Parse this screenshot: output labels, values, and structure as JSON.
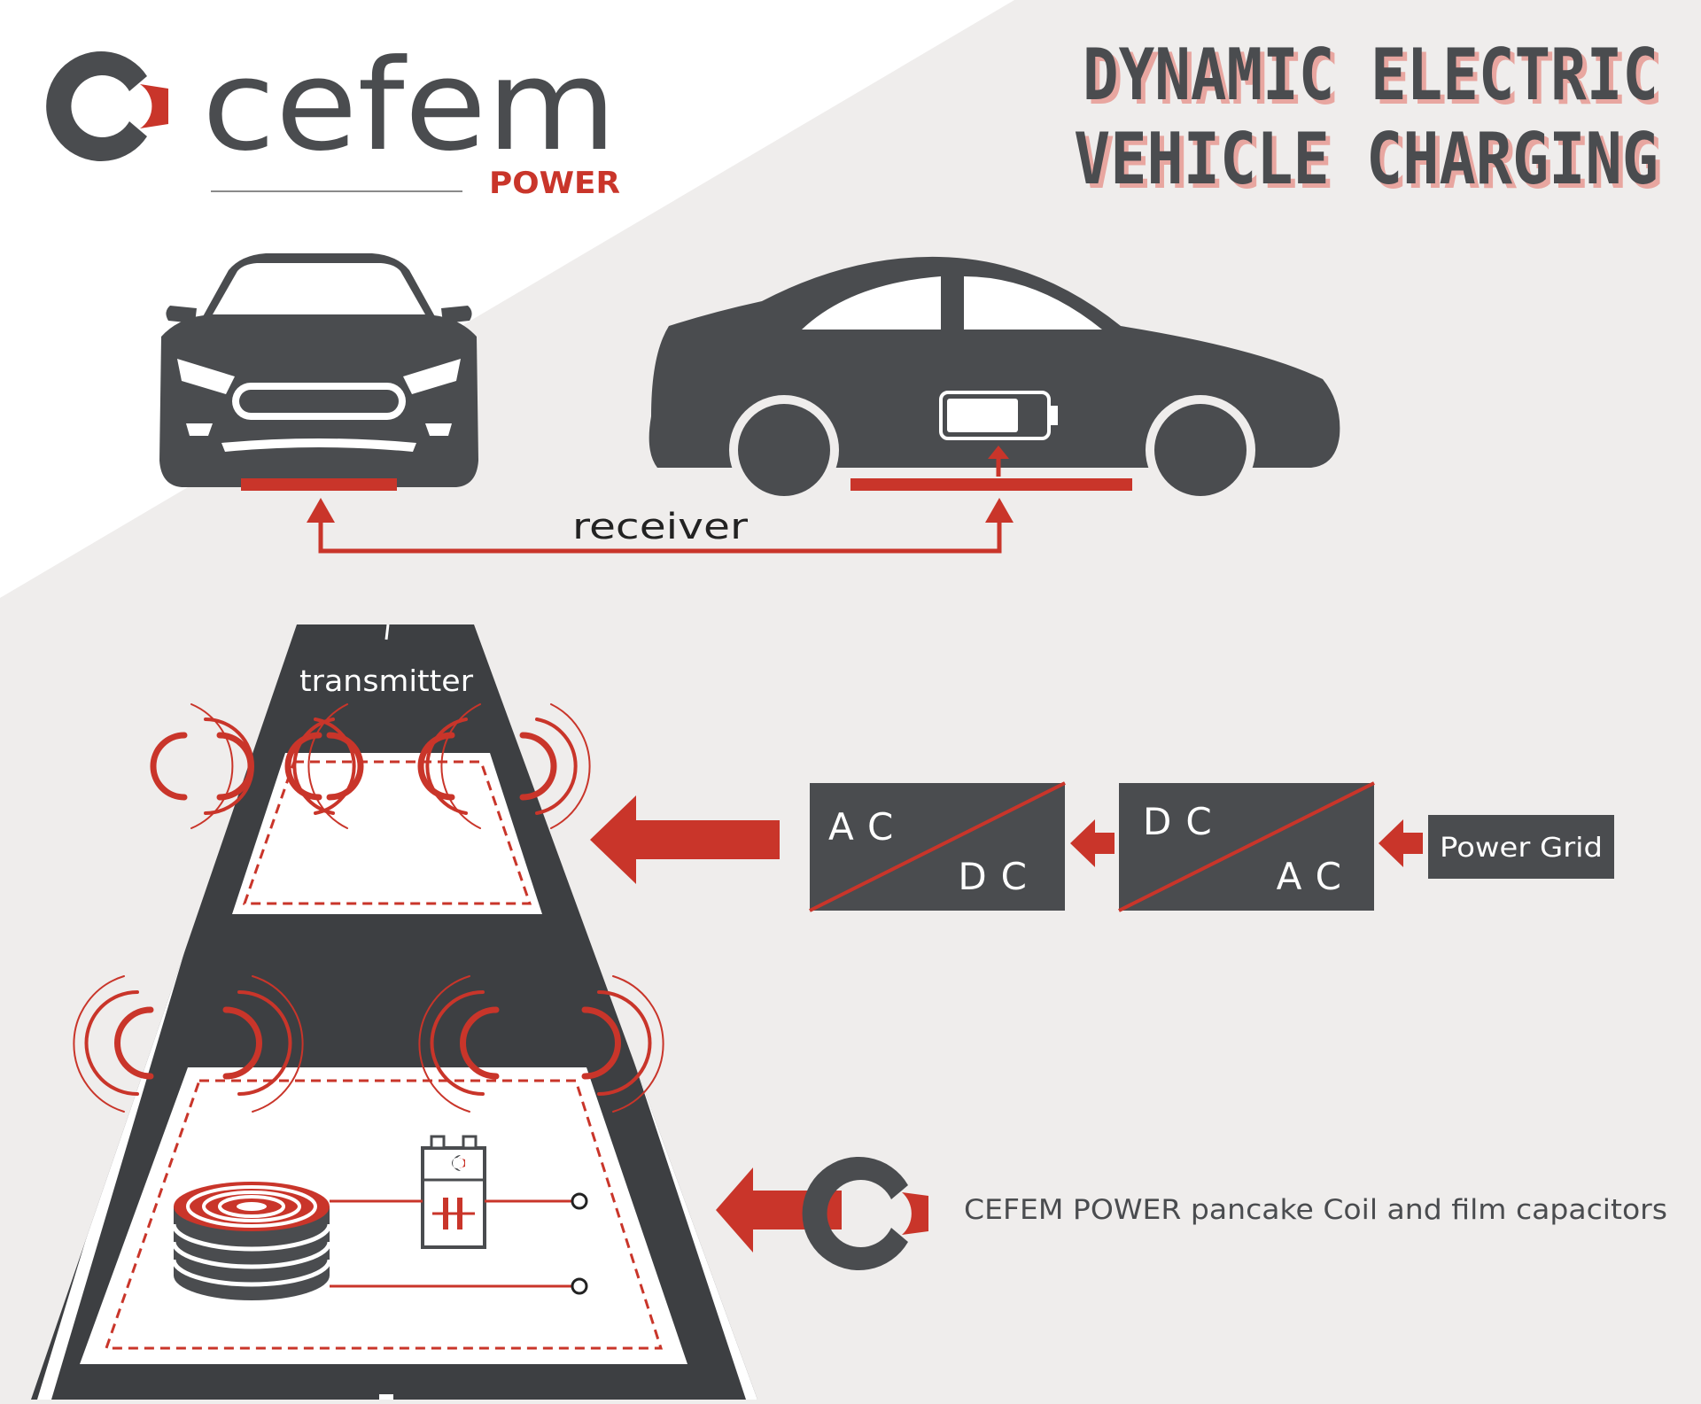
{
  "colors": {
    "accent": "#c9352a",
    "dark": "#4a4c4f",
    "road": "#3d3f42",
    "background": "#efedec",
    "white": "#ffffff"
  },
  "logo": {
    "icon": "cefem-c-logo-icon",
    "wordmark": "cefem",
    "subtitle": "POWER"
  },
  "title": {
    "line1": "DYNAMIC ELECTRIC",
    "line2": "VEHICLE CHARGING"
  },
  "labels": {
    "receiver": "receiver",
    "transmitter": "transmitter"
  },
  "converters": [
    {
      "top": "AC",
      "bottom": "DC"
    },
    {
      "top": "DC",
      "bottom": "AC"
    }
  ],
  "power_grid": "Power Grid",
  "components_caption": "CEFEM POWER pancake Coil and film capacitors",
  "icons": [
    "front-car-icon",
    "side-car-icon",
    "battery-icon",
    "pancake-coil-icon",
    "film-capacitor-icon",
    "signal-waves-icon"
  ]
}
